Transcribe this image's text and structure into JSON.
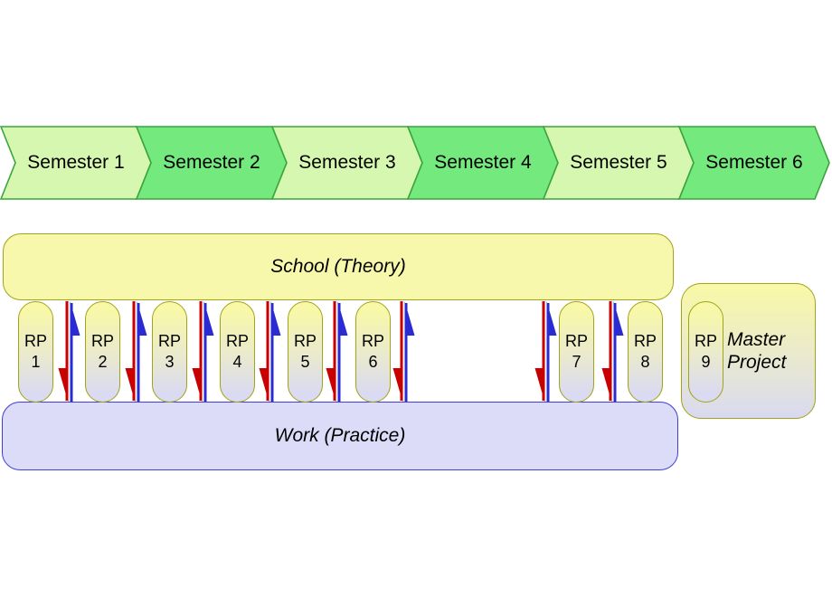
{
  "diagram": {
    "semesters": {
      "border_color": "#3ca43c",
      "items": [
        {
          "label": "Semester 1",
          "fill": "#d6f7af"
        },
        {
          "label": "Semester 2",
          "fill": "#74e97e"
        },
        {
          "label": "Semester 3",
          "fill": "#d6f7af"
        },
        {
          "label": "Semester 4",
          "fill": "#74e97e"
        },
        {
          "label": "Semester 5",
          "fill": "#d6f7af"
        },
        {
          "label": "Semester 6",
          "fill": "#74e97e"
        }
      ]
    },
    "school": {
      "label": "School (Theory)",
      "fill": "#f8f8ad",
      "border_color": "#a3a316"
    },
    "work": {
      "label": "Work (Practice)",
      "fill": "#dcdcf8",
      "border_color": "#3f3fd3"
    },
    "master_project": {
      "label": "Master Project",
      "fill_top": "#f9f9a6",
      "fill_bottom": "#d9d9f0",
      "border_color": "#a3a316"
    },
    "research_periods": [
      {
        "line1": "RP",
        "line2": "1"
      },
      {
        "line1": "RP",
        "line2": "2"
      },
      {
        "line1": "RP",
        "line2": "3"
      },
      {
        "line1": "RP",
        "line2": "4"
      },
      {
        "line1": "RP",
        "line2": "5"
      },
      {
        "line1": "RP",
        "line2": "6"
      },
      {
        "line1": "RP",
        "line2": "7"
      },
      {
        "line1": "RP",
        "line2": "8"
      },
      {
        "line1": "RP",
        "line2": "9"
      }
    ],
    "exchange_arrows": {
      "pair_count": 8,
      "down_color": "#c80000",
      "up_color": "#2b2bd4"
    }
  }
}
